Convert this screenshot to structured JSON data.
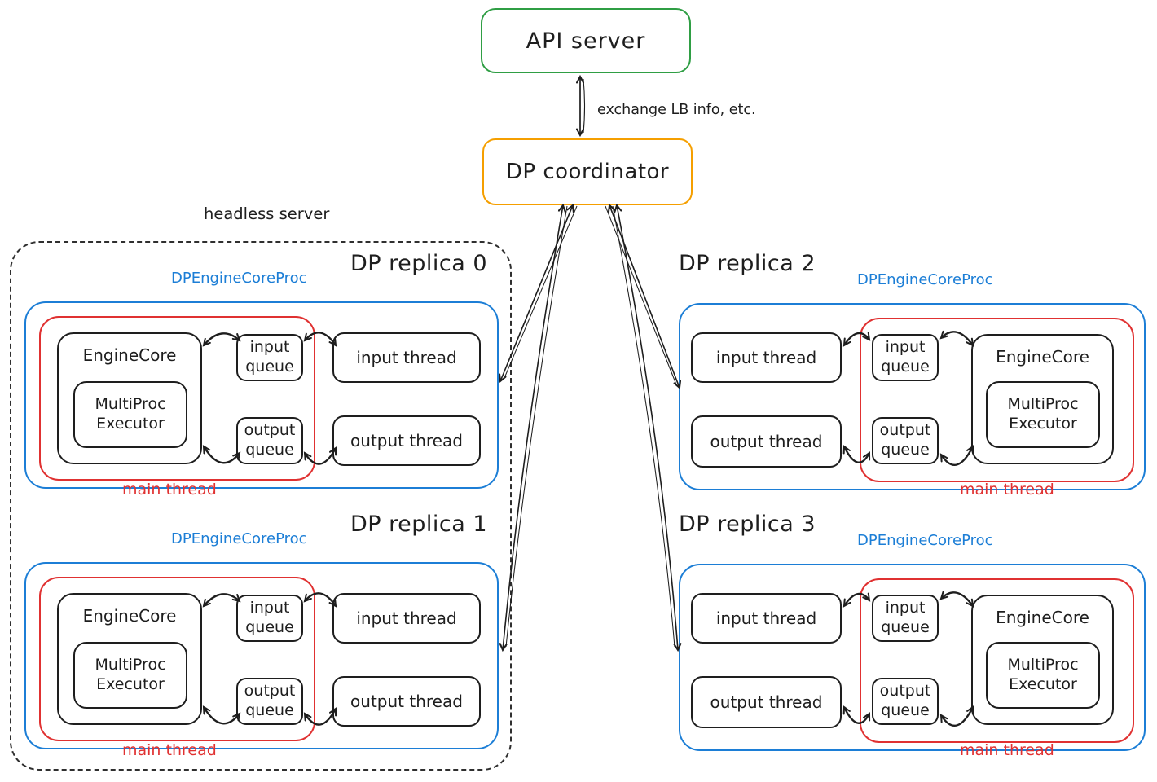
{
  "api_server": {
    "label": "API server"
  },
  "dp_coordinator": {
    "label": "DP coordinator"
  },
  "exchange_label": "exchange LB info, etc.",
  "headless_server_label": "headless server",
  "labels": {
    "proc": "DPEngineCoreProc",
    "engine_core": "EngineCore",
    "multiproc_executor": "MultiProc Executor",
    "input_queue": "input queue",
    "output_queue": "output queue",
    "input_thread": "input thread",
    "output_thread": "output thread",
    "main_thread": "main thread"
  },
  "replicas": [
    {
      "title": "DP replica 0",
      "inside_headless_server": true,
      "engine_side": "left"
    },
    {
      "title": "DP replica 1",
      "inside_headless_server": true,
      "engine_side": "left"
    },
    {
      "title": "DP replica 2",
      "inside_headless_server": false,
      "engine_side": "right"
    },
    {
      "title": "DP replica 3",
      "inside_headless_server": false,
      "engine_side": "right"
    }
  ],
  "connections": {
    "api_to_coordinator": {
      "from": "API server",
      "to": "DP coordinator",
      "bidirectional": true,
      "label": "exchange LB info, etc."
    },
    "coordinator_to_replicas": [
      {
        "from": "DP coordinator",
        "to": "DP replica 0",
        "bidirectional": true
      },
      {
        "from": "DP coordinator",
        "to": "DP replica 1",
        "bidirectional": true
      },
      {
        "from": "DP coordinator",
        "to": "DP replica 2",
        "bidirectional": true
      },
      {
        "from": "DP coordinator",
        "to": "DP replica 3",
        "bidirectional": true
      }
    ],
    "replica_internal": [
      {
        "from": "EngineCore",
        "to": "input queue",
        "bidirectional": true
      },
      {
        "from": "input queue",
        "to": "input thread",
        "bidirectional": true
      },
      {
        "from": "EngineCore",
        "to": "output queue",
        "bidirectional": true
      },
      {
        "from": "output queue",
        "to": "output thread",
        "bidirectional": true
      }
    ]
  },
  "colors": {
    "api_border": "#2f9e44",
    "coordinator_border": "#f59f00",
    "proc_border": "#1c7ed6",
    "main_thread_red": "#e03131",
    "ink": "#1e1e1e"
  }
}
